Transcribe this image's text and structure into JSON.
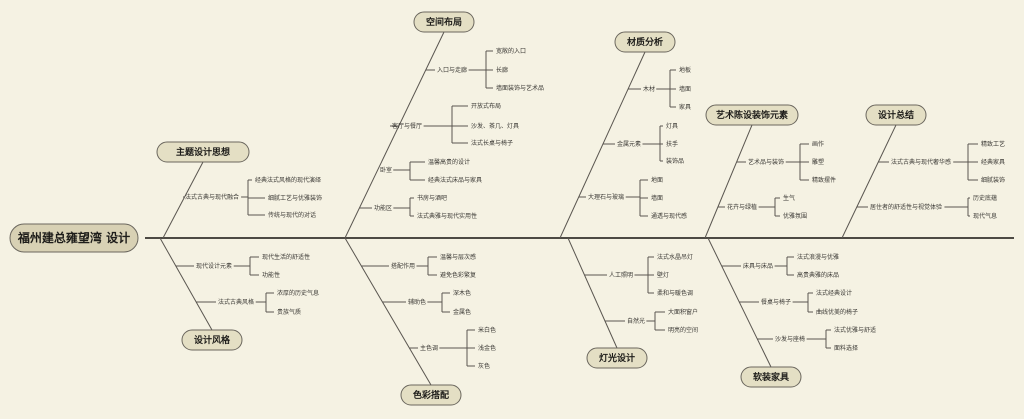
{
  "root": "福州建总雍望湾 设计",
  "categories": [
    {
      "title": "主题设计思想",
      "children": [
        {
          "label": "法式古典与现代融合",
          "children": [
            "经典法式风格的现代演绎",
            "细腻工艺与优雅装饰",
            "传统与现代的对话"
          ]
        }
      ]
    },
    {
      "title": "空间布局",
      "children": [
        {
          "label": "入口与走廊",
          "children": [
            "宽敞的入口",
            "长廊",
            "墙面装饰与艺术品"
          ]
        },
        {
          "label": "客厅与餐厅",
          "children": [
            "开放式布局",
            "沙发、茶几、灯具",
            "法式长桌与椅子"
          ]
        },
        {
          "label": "卧室",
          "children": [
            "温馨高贵的设计",
            "经典法式床品与家具"
          ]
        },
        {
          "label": "功能区",
          "children": [
            "书房与酒吧",
            "法式典雅与现代实用性"
          ]
        }
      ]
    },
    {
      "title": "材质分析",
      "children": [
        {
          "label": "木材",
          "children": [
            "地板",
            "墙面",
            "家具"
          ]
        },
        {
          "label": "金属元素",
          "children": [
            "灯具",
            "扶手",
            "装饰品"
          ]
        },
        {
          "label": "大理石与玻璃",
          "children": [
            "地面",
            "墙面",
            "通透与现代感"
          ]
        }
      ]
    },
    {
      "title": "艺术陈设装饰元素",
      "children": [
        {
          "label": "艺术品与装饰",
          "children": [
            "画作",
            "雕塑",
            "精致摆件"
          ]
        },
        {
          "label": "花卉与绿植",
          "children": [
            "生气",
            "优雅氛围"
          ]
        }
      ]
    },
    {
      "title": "设计总结",
      "children": [
        {
          "label": "法式古典与现代奢华感",
          "children": [
            "精致工艺",
            "经典家具",
            "细腻装饰"
          ]
        },
        {
          "label": "居住者的舒适性与视觉体验",
          "children": [
            "历史底蕴",
            "现代气息"
          ]
        }
      ]
    },
    {
      "title": "设计风格",
      "children": [
        {
          "label": "现代设计元素",
          "children": [
            "现代生活的舒适性",
            "功能性"
          ]
        },
        {
          "label": "法式古典风格",
          "children": [
            "浓厚的历史气息",
            "贵族气质"
          ]
        }
      ]
    },
    {
      "title": "色彩搭配",
      "children": [
        {
          "label": "搭配作用",
          "children": [
            "温馨与层次感",
            "避免色彩繁复"
          ]
        },
        {
          "label": "辅助色",
          "children": [
            "深木色",
            "金属色"
          ]
        },
        {
          "label": "主色调",
          "children": [
            "米白色",
            "浅金色",
            "灰色"
          ]
        }
      ]
    },
    {
      "title": "灯光设计",
      "children": [
        {
          "label": "人工照明",
          "children": [
            "法式水晶吊灯",
            "壁灯",
            "柔和与暖色调"
          ]
        },
        {
          "label": "自然光",
          "children": [
            "大面积窗户",
            "明亮的空间"
          ]
        }
      ]
    },
    {
      "title": "软装家具",
      "children": [
        {
          "label": "床具与床品",
          "children": [
            "法式浪漫与优雅",
            "高贵典雅的床品"
          ]
        },
        {
          "label": "餐桌与椅子",
          "children": [
            "法式经典设计",
            "曲线优美的椅子"
          ]
        },
        {
          "label": "沙发与座椅",
          "children": [
            "法式优雅与舒适",
            "面料选择"
          ]
        }
      ]
    }
  ]
}
